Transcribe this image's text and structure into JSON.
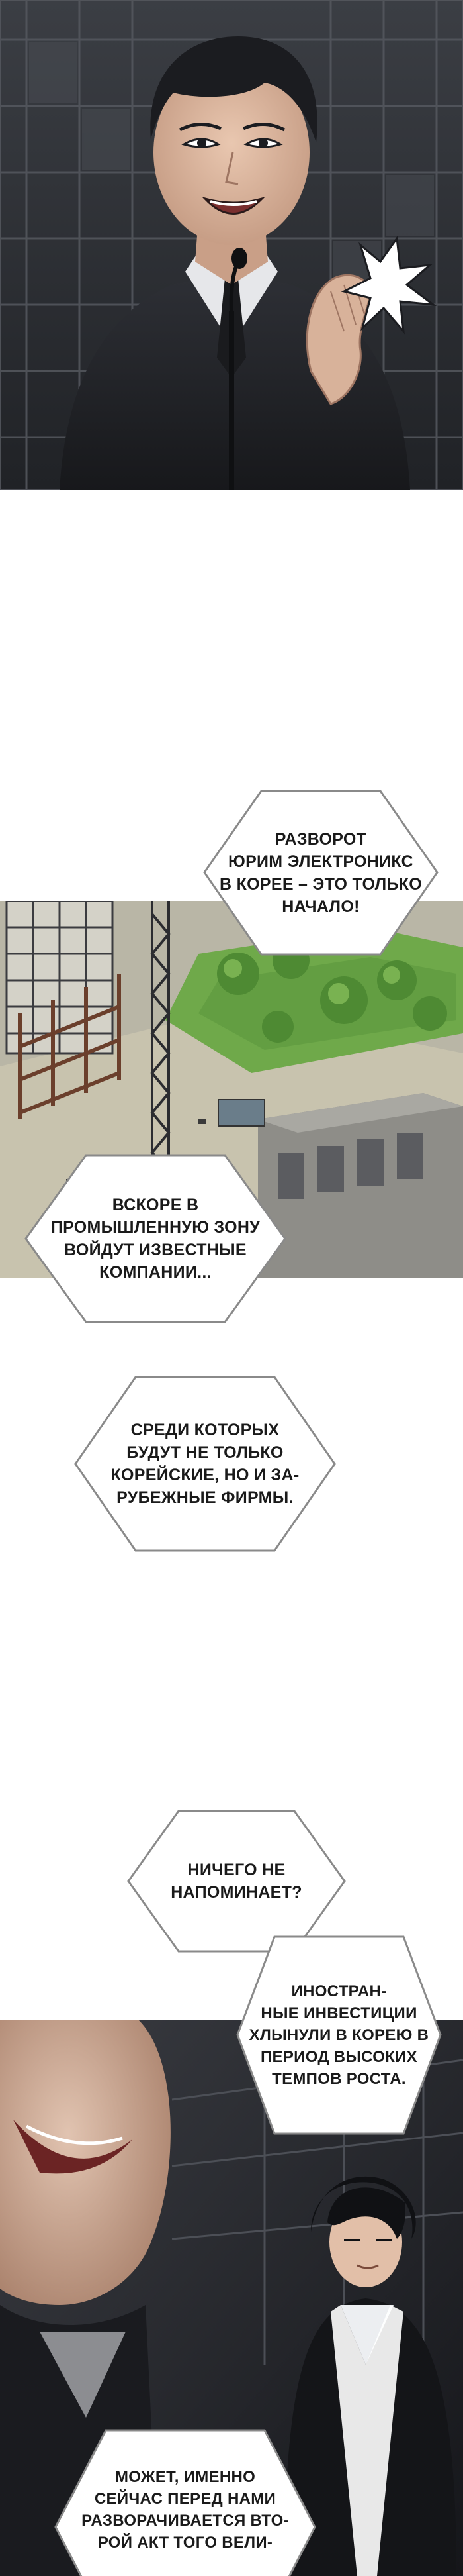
{
  "bubbles": {
    "b1": {
      "lines": [
        "РАЗВОРОТ",
        "ЮРИМ ЭЛЕКТРОНИКС",
        "В КОРЕЕ – ЭТО ТОЛЬКО",
        "НАЧАЛО!"
      ]
    },
    "b2": {
      "lines": [
        "ВСКОРЕ В",
        "ПРОМЫШЛЕННУЮ ЗОНУ",
        "ВОЙДУТ ИЗВЕСТНЫЕ",
        "КОМПАНИИ..."
      ]
    },
    "b3": {
      "lines": [
        "СРЕДИ КОТОРЫХ",
        "БУДУТ НЕ ТОЛЬКО",
        "КОРЕЙСКИЕ, НО И ЗА-",
        "РУБЕЖНЫЕ ФИРМЫ."
      ]
    },
    "b4": {
      "lines": [
        "НИЧЕГО НЕ",
        "НАПОМИНАЕТ?"
      ]
    },
    "b5": {
      "lines": [
        "ИНОСТРАН-",
        "НЫЕ ИНВЕСТИЦИИ",
        "ХЛЫНУЛИ В КОРЕЮ В",
        "ПЕРИОД ВЫСОКИХ",
        "ТЕМПОВ РОСТА."
      ]
    },
    "b6": {
      "lines": [
        "МОЖЕТ, ИМЕННО",
        "СЕЙЧАС ПЕРЕД НАМИ",
        "РАЗВОРАЧИВАЕТСЯ ВТО-",
        "РОЙ АКТ ТОГО ВЕЛИ-"
      ]
    }
  },
  "colors": {
    "bubble_fill": "#ffffff",
    "bubble_stroke": "#8a8a8a",
    "text": "#1a1a1a",
    "panel_dark": "#1c1d22",
    "grass": "#6fa94a"
  }
}
